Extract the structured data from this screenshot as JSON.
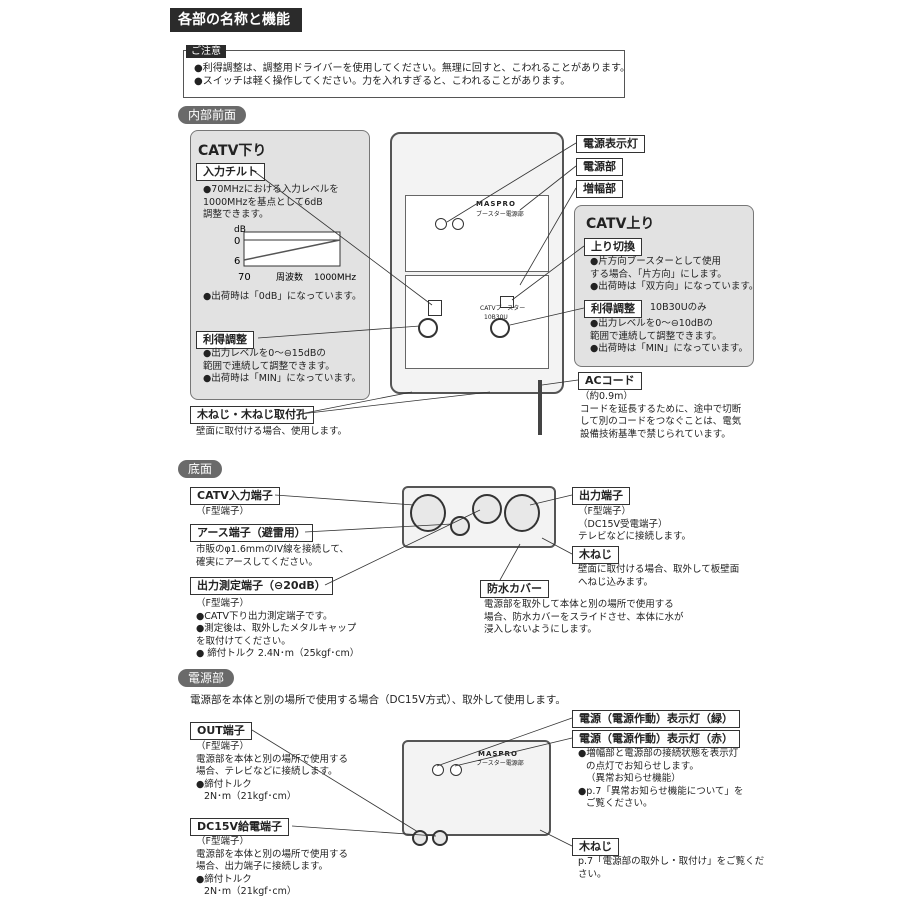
{
  "title": "各部の名称と機能",
  "caution": {
    "tag": "ご注意",
    "lines": [
      "●利得調整は、調整用ドライバーを使用してください。無理に回すと、こわれることがあります。",
      "●スイッチは軽く操作してください。力を入れすぎると、こわれることがあります。"
    ]
  },
  "sections": {
    "front": "内部前面",
    "bottom": "底面",
    "power": "電源部"
  },
  "front": {
    "down_title": "CATV下り",
    "input_tilt": {
      "label": "入力チルト",
      "lines": [
        "●70MHzにおける入力レベルを",
        "1000MHzを基点として6dB",
        "調整できます。"
      ],
      "graph": {
        "db_label": "dB",
        "y0": "0",
        "y6": "6",
        "x_start": "70",
        "x_mid": "周波数",
        "x_end": "1000MHz"
      },
      "note": "●出荷時は「0dB」になっています。"
    },
    "gain_down": {
      "label": "利得調整",
      "lines": [
        "●出力レベルを0～⊖15dBの",
        "範囲で連続して調整できます。",
        "●出荷時は「MIN」になっています。"
      ]
    },
    "power_led": "電源表示灯",
    "power_unit": "電源部",
    "amp_unit": "増幅部",
    "up_title": "CATV上り",
    "up_switch": {
      "label": "上り切換",
      "lines": [
        "●片方向ブースターとして使用",
        "する場合、「片方向」にします。",
        "●出荷時は「双方向」になっています。"
      ]
    },
    "gain_up": {
      "label": "利得調整",
      "model": "10B30Uのみ",
      "lines": [
        "●出力レベルを0～⊖10dBの",
        "範囲で連続して調整できます。",
        "●出荷時は「MIN」になっています。"
      ]
    },
    "ac_cord": {
      "label": "ACコード",
      "lines": [
        "（約0.9m）",
        "コードを延長するために、途中で切断",
        "して別のコードをつなぐことは、電気",
        "設備技術基準で禁じられています。"
      ]
    },
    "screw": {
      "label": "木ねじ・木ねじ取付孔",
      "line": "壁面に取付ける場合、使用します。"
    },
    "device": {
      "brand": "MASPRO",
      "unit_name": "ブースター電源部",
      "amp_name": "CATVブースター",
      "model": "10B30U"
    }
  },
  "bottom": {
    "catv_in": {
      "label": "CATV入力端子",
      "line": "（F型端子）"
    },
    "earth": {
      "label": "アース端子（避雷用）",
      "lines": [
        "市販のφ1.6mmのIV線を接続して、",
        "確実にアースしてください。"
      ]
    },
    "meas": {
      "label": "出力測定端子（⊖20dB）",
      "lines": [
        "（F型端子）",
        "●CATV下り出力測定端子です。",
        "●測定後は、取外したメタルキャップ",
        "を取付けてください。",
        "● 締付トルク 2.4N･m（25kgf･cm）"
      ]
    },
    "out": {
      "label": "出力端子",
      "lines": [
        "（F型端子）",
        "（DC15V受電端子）",
        "テレビなどに接続します。"
      ]
    },
    "screw": {
      "label": "木ねじ",
      "lines": [
        "壁面に取付ける場合、取外して板壁面",
        "へねじ込みます。"
      ]
    },
    "cover": {
      "label": "防水カバー",
      "lines": [
        "電源部を取外して本体と別の場所で使用する",
        "場合、防水カバーをスライドさせ、本体に水が",
        "浸入しないようにします。"
      ]
    }
  },
  "power": {
    "intro": "電源部を本体と別の場所で使用する場合（DC15V方式）、取外して使用します。",
    "out": {
      "label": "OUT端子",
      "lines": [
        "（F型端子）",
        "電源部を本体と別の場所で使用する",
        "場合、テレビなどに接続します。",
        "●締付トルク",
        "2N･m（21kgf･cm）"
      ]
    },
    "dc": {
      "label": "DC15V給電端子",
      "lines": [
        "（F型端子）",
        "電源部を本体と別の場所で使用する",
        "場合、出力端子に接続します。",
        "●締付トルク",
        "2N･m（21kgf･cm）"
      ]
    },
    "led_green": "電源（電源作動）表示灯（緑）",
    "led_red": {
      "label": "電源（電源作動）表示灯（赤）",
      "lines": [
        "●増幅部と電源部の接続状態を表示灯",
        "の点灯でお知らせします。",
        "（異常お知らせ機能）",
        "●p.7「異常お知らせ機能について」を",
        "ご覧ください。"
      ]
    },
    "screw": {
      "label": "木ねじ",
      "lines": [
        "p.7「電源部の取外し・取付け」をご覧くだ",
        "さい。"
      ]
    },
    "device_brand": "MASPRO",
    "device_name": "ブースター電源部"
  }
}
